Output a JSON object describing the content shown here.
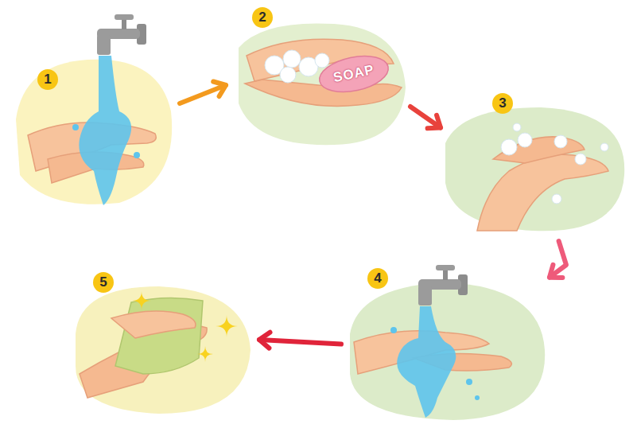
{
  "diagram": {
    "nodes": [
      {
        "text": [
          "1"
        ]
      },
      {
        "text": [
          "2"
        ]
      },
      {
        "text": [
          "3"
        ]
      },
      {
        "text": [
          "4"
        ]
      },
      {
        "text": [
          "5"
        ]
      }
    ],
    "edges": [
      {
        "from": 0,
        "to": 1,
        "arrow": "to"
      },
      {
        "from": 1,
        "to": 2,
        "arrow": "to"
      },
      {
        "from": 2,
        "to": 3,
        "arrow": "to"
      },
      {
        "from": 3,
        "to": 4,
        "arrow": "to"
      }
    ],
    "labels": [
      "SOAP"
    ]
  }
}
